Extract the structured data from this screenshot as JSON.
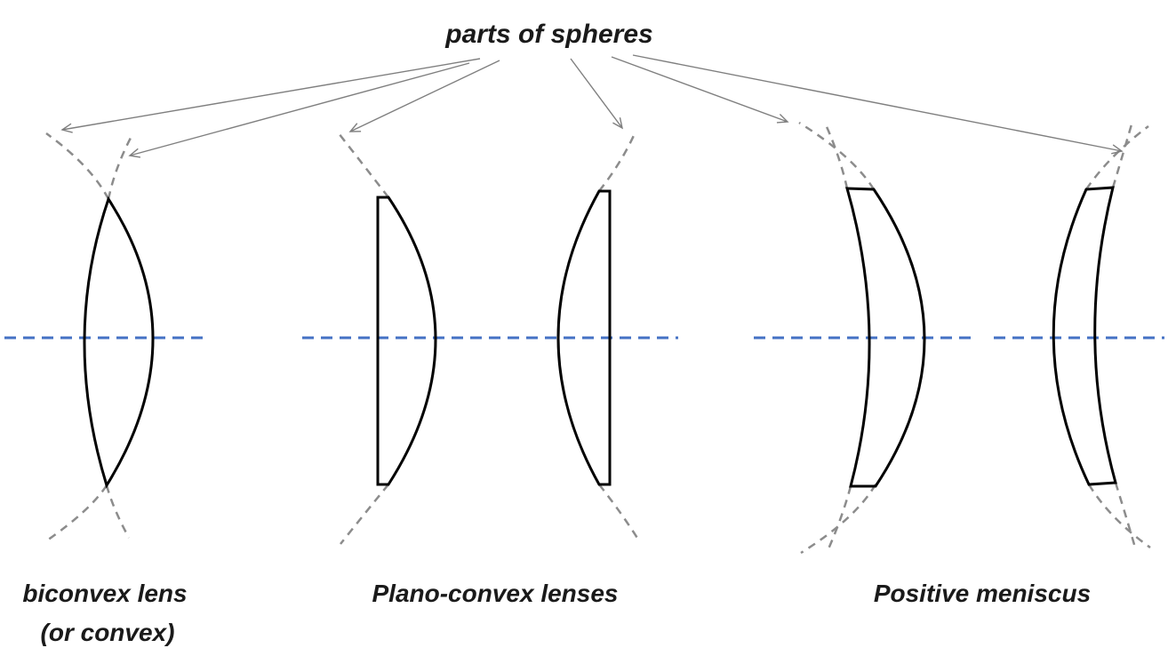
{
  "title": {
    "text": "parts of spheres"
  },
  "labels": {
    "biconvex_line1": "biconvex lens",
    "biconvex_line2": "(or convex)",
    "plano_convex": "Plano-convex lenses",
    "positive_meniscus": "Positive meniscus"
  },
  "colors": {
    "axis": "#4472C4",
    "sphere_dash": "#8C8C8C",
    "lens_outline": "#000000",
    "arrow": "#7F7F7F",
    "text": "#1A1A1A",
    "background": "#FFFFFF"
  },
  "diagram": {
    "type": "lens-cross-sections",
    "description_visible_elements": "dashed sphere arcs, dashed optical axis, five lens outlines",
    "lenses": [
      {
        "name": "biconvex",
        "caption": "biconvex lens (or convex)"
      },
      {
        "name": "plano-convex-flat-left",
        "caption": "Plano-convex lenses"
      },
      {
        "name": "plano-convex-flat-right",
        "caption": "Plano-convex lenses"
      },
      {
        "name": "positive-meniscus-convex-right",
        "caption": "Positive meniscus"
      },
      {
        "name": "positive-meniscus-convex-left",
        "caption": "Positive meniscus"
      }
    ]
  }
}
